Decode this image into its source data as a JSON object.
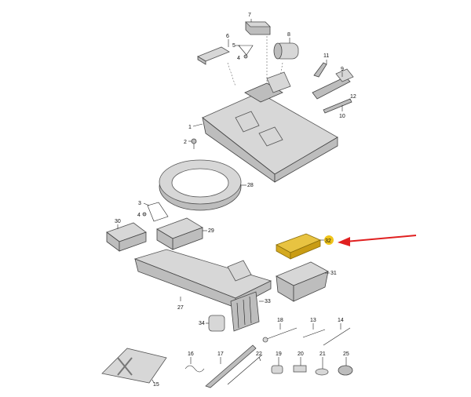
{
  "diagram": {
    "callouts": {
      "c1": "1",
      "c2": "2",
      "c3": "3",
      "c4": "4",
      "c5": "5",
      "c6": "6",
      "c7": "7",
      "c8": "8",
      "c9": "9",
      "c10": "10",
      "c11": "11",
      "c12": "12",
      "c13": "13",
      "c14": "14",
      "c15": "15",
      "c16": "16",
      "c17": "17",
      "c18": "18",
      "c19": "19",
      "c20": "20",
      "c21": "21",
      "c22": "22",
      "c25": "25",
      "c27": "27",
      "c28": "28",
      "c29": "29",
      "c30": "30",
      "c31": "31",
      "c32": "32",
      "c33": "33",
      "c34": "34"
    },
    "colors": {
      "highlight_part": "#e8c341",
      "highlight_badge": "#f0c419",
      "pointer_arrow": "#e02020"
    }
  }
}
